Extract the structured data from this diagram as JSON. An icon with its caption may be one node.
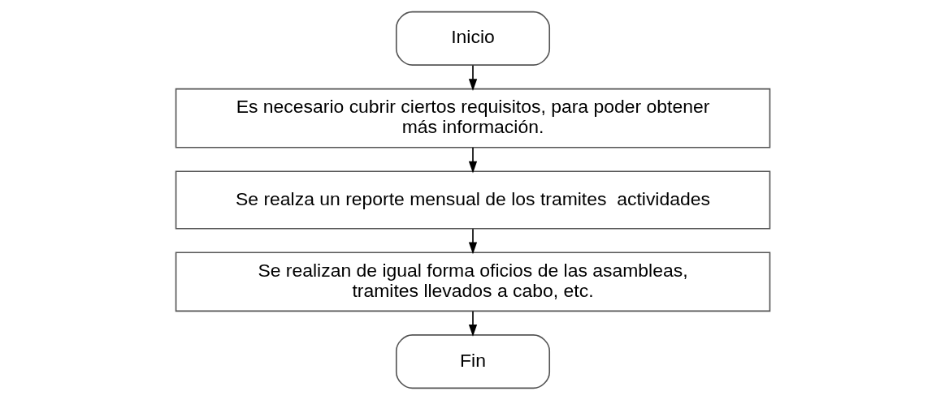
{
  "diagram": {
    "nodes": [
      {
        "text": [
          "Inicio"
        ]
      },
      {
        "text": [
          "Es necesario cubrir ciertos requisitos, para poder obtener más información."
        ]
      },
      {
        "text": [
          "Se realza un reporte mensual de los tramites  actividades"
        ]
      },
      {
        "text": [
          "Se realizan de igual forma oficios de las asambleas, tramites llevados a cabo, etc."
        ]
      },
      {
        "text": [
          "Fin"
        ]
      }
    ],
    "edges": [
      {
        "from": 0,
        "to": 1,
        "arrow": "to"
      },
      {
        "from": 1,
        "to": 2,
        "arrow": "to"
      },
      {
        "from": 2,
        "to": 3,
        "arrow": "to"
      },
      {
        "from": 3,
        "to": 4,
        "arrow": "to"
      }
    ]
  }
}
